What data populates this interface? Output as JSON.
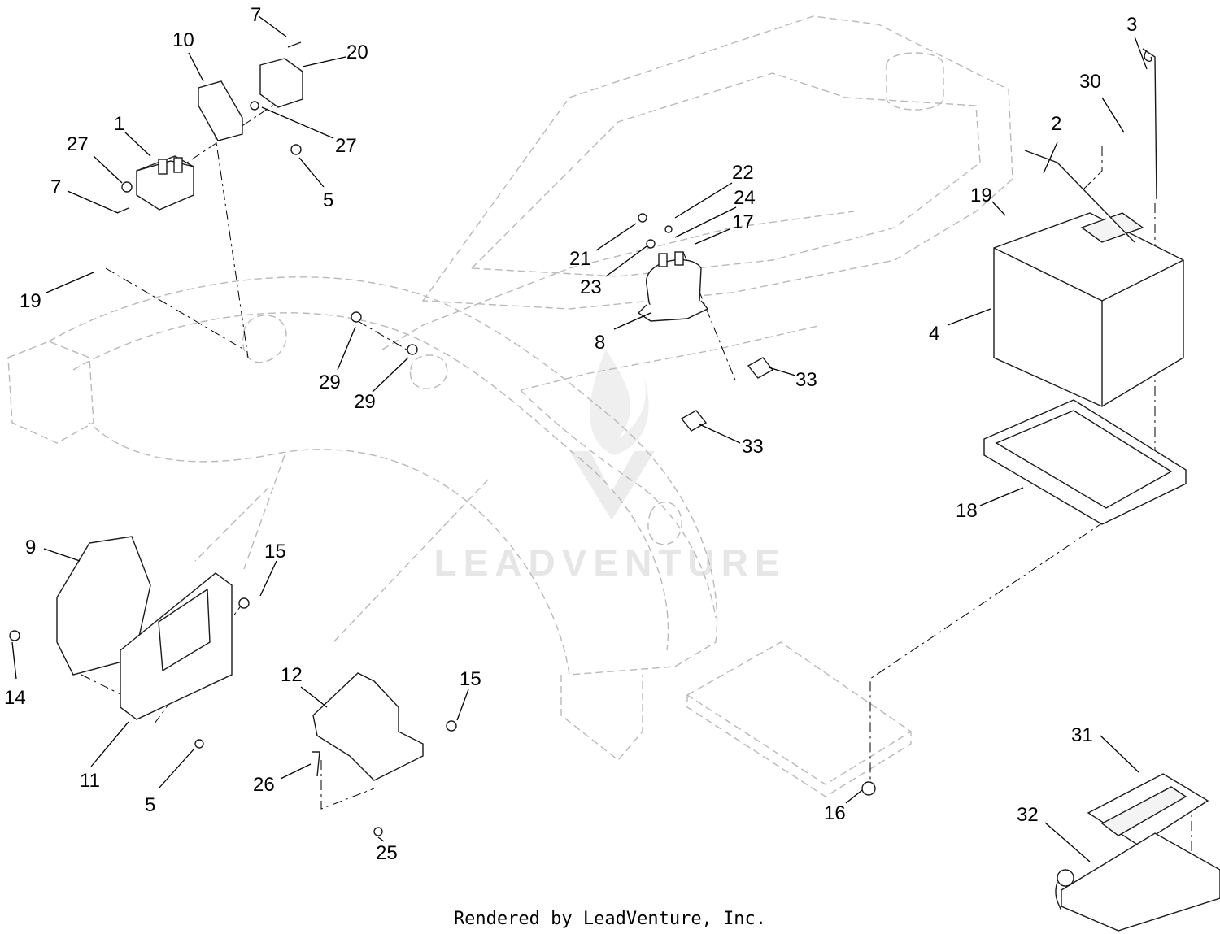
{
  "watermark": "LEADVENTURE",
  "footer": "Rendered by LeadVenture, Inc.",
  "callouts": [
    "1",
    "2",
    "3",
    "4",
    "5",
    "5",
    "7",
    "7",
    "8",
    "9",
    "10",
    "11",
    "12",
    "14",
    "15",
    "15",
    "16",
    "17",
    "18",
    "19",
    "19",
    "20",
    "21",
    "22",
    "23",
    "24",
    "25",
    "26",
    "27",
    "27",
    "29",
    "29",
    "30",
    "31",
    "32",
    "33",
    "33"
  ]
}
